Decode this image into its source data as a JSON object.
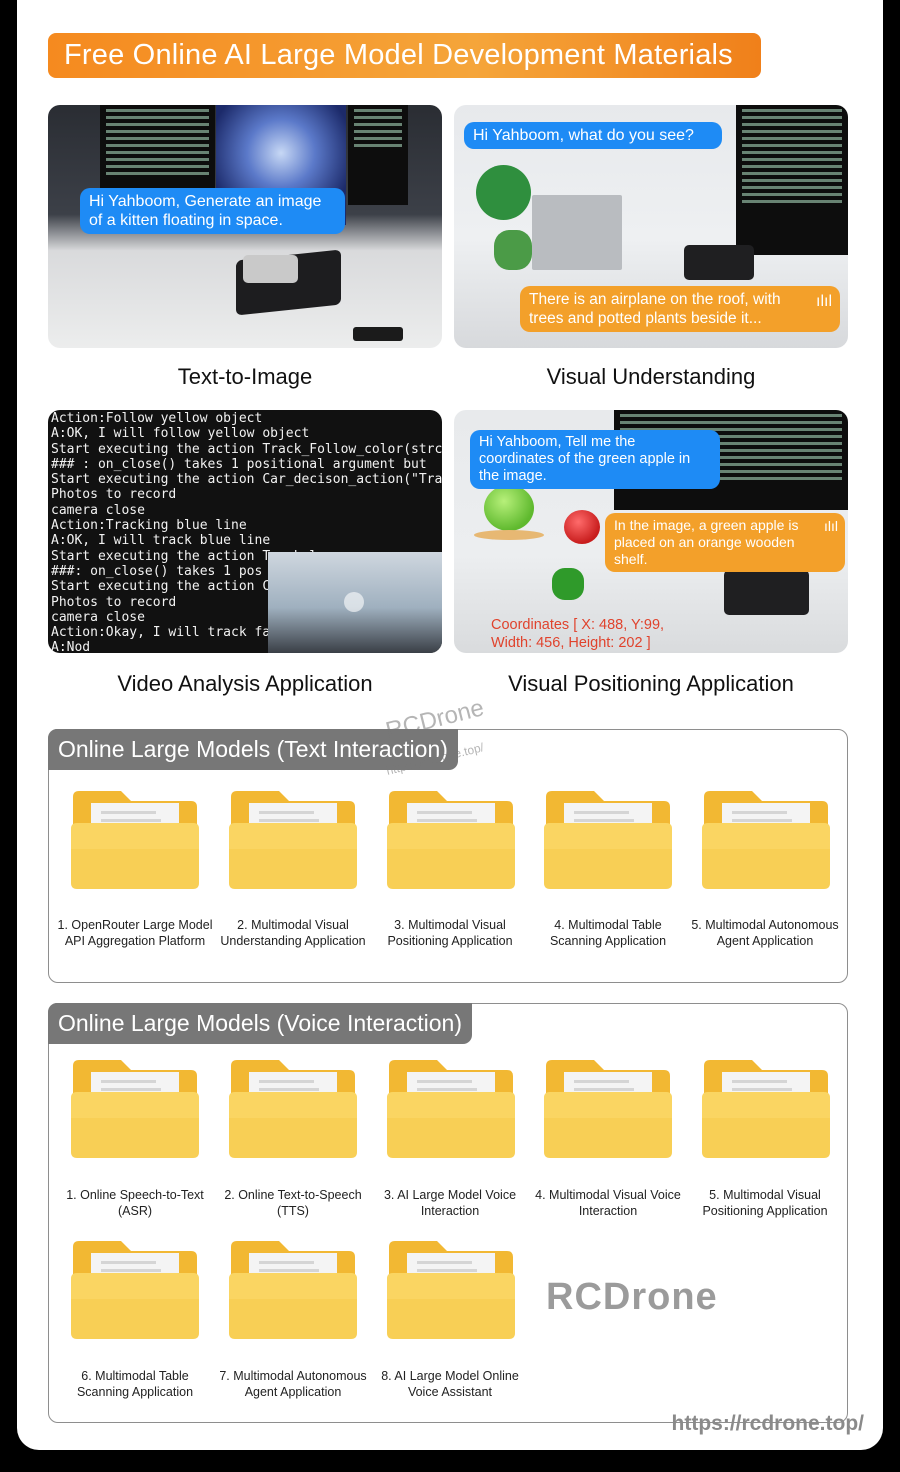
{
  "banner": {
    "title": "Free Online AI Large Model Development Materials"
  },
  "panels": {
    "text_to_image": {
      "caption": "Text-to-Image",
      "bubble": "Hi Yahboom, Generate an image of a kitten floating in space."
    },
    "visual_understanding": {
      "caption": "Visual Understanding",
      "question": "Hi Yahboom, what do you see?",
      "answer": "There is an airplane on the roof, with trees and potted plants beside it..."
    },
    "video_analysis": {
      "caption": "Video Analysis Application",
      "console": "Action:Follow yellow object\nA:OK, I will follow yellow object\nStart executing the action Track_Follow_color(strcolor =\n### : on_close() takes 1 positional argument but\nStart executing the action Car_decison_action(\"Tracking bl\nPhotos to record\ncamera close\nAction:Tracking blue line\nA:OK, I will track blue line\nStart executing the action Track_l\n###: on_close() takes 1 pos\nStart executing the action Car_dec\nPhotos to record\ncamera close\nAction:Okay, I will track face\nA:Nod"
    },
    "visual_positioning": {
      "caption": "Visual Positioning Application",
      "question": "Hi Yahboom, Tell me the coordinates of the green apple in the image.",
      "answer": "In the image, a green apple is placed on an orange wooden shelf.",
      "coords": "Coordinates [ X: 488, Y:99, Width: 456, Height: 202 ]"
    }
  },
  "sections": {
    "text": {
      "title": "Online Large Models (Text Interaction)",
      "items": [
        "1. OpenRouter Large Model API Aggregation Platform",
        "2. Multimodal Visual Understanding Application",
        "3. Multimodal Visual Positioning Application",
        "4. Multimodal Table Scanning Application",
        "5. Multimodal Autonomous Agent Application"
      ]
    },
    "voice": {
      "title": "Online Large Models (Voice Interaction)",
      "items": [
        "1. Online Speech-to-Text (ASR)",
        "2. Online Text-to-Speech (TTS)",
        "3. AI Large Model Voice Interaction",
        "4. Multimodal Visual Voice Interaction",
        "5. Multimodal Visual Positioning Application",
        "6. Multimodal Table Scanning Application",
        "7. Multimodal Autonomous Agent Application",
        "8. AI Large Model Online Voice Assistant"
      ]
    }
  },
  "watermark": {
    "brand": "RCDrone",
    "url": "https://rcdrone.top/"
  },
  "colors": {
    "accent": "#f5962a",
    "bubble_blue": "#1e8bf5",
    "folder": "#f7c948",
    "section_tab": "#777777"
  }
}
